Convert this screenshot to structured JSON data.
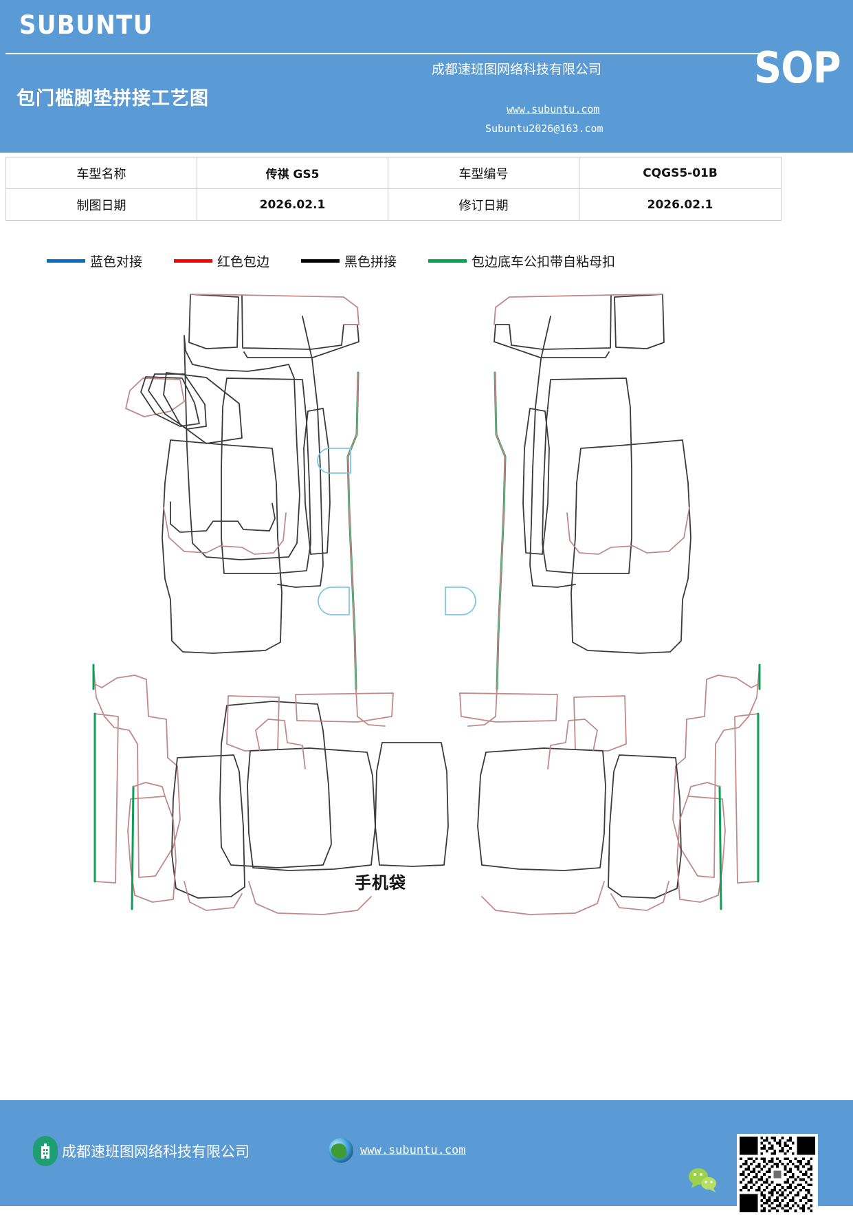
{
  "header": {
    "brand": "SUBUNTU",
    "doc_title": "包门槛脚垫拼接工艺图",
    "company": "成都速班图网络科技有限公司",
    "website": "www.subuntu.com",
    "email": "Subuntu2026@163.com",
    "badge": "SOP",
    "bg_color": "#5b9bd5"
  },
  "info_table": {
    "rows": [
      {
        "label1": "车型名称",
        "value1": "传祺 GS5",
        "label2": "车型编号",
        "value2": "CQGS5-01B"
      },
      {
        "label1": "制图日期",
        "value1": "2026.02.1",
        "label2": "修订日期",
        "value2": "2026.02.1"
      }
    ]
  },
  "legend": {
    "items": [
      {
        "label": "蓝色对接",
        "color": "#0070c0"
      },
      {
        "label": "红色包边",
        "color": "#ff0000"
      },
      {
        "label": "黑色拼接",
        "color": "#000000"
      },
      {
        "label": "包边底车公扣带自粘母扣",
        "color": "#00a550"
      }
    ]
  },
  "drawing": {
    "pocket_label": "手机袋",
    "stroke_colors": {
      "black_seam": "#333333",
      "red_binding": "#c08a8a",
      "green_fastener": "#0f9d58",
      "blue_butt": "#7ec8e3"
    }
  },
  "footer": {
    "company": "成都速班图网络科技有限公司",
    "website": "www.subuntu.com",
    "building_icon": "building-icon",
    "globe_icon": "globe-icon",
    "wechat_icon": "wechat-icon",
    "qr_icon": "qr-code"
  }
}
